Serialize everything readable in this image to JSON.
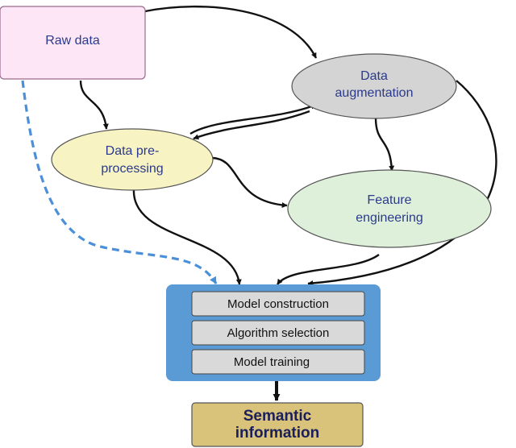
{
  "diagram": {
    "nodes": {
      "raw_data": {
        "label": "Raw data",
        "fill": "#fde7f6",
        "stroke": "#9a6a8c"
      },
      "data_augmentation": {
        "line1": "Data",
        "line2": "augmentation",
        "fill": "#d4d4d4",
        "stroke": "#555555"
      },
      "data_preprocessing": {
        "line1": "Data pre-",
        "line2": "processing",
        "fill": "#f7f3c2",
        "stroke": "#555555"
      },
      "feature_engineering": {
        "line1": "Feature",
        "line2": "engineering",
        "fill": "#def0da",
        "stroke": "#555555"
      },
      "model_block": {
        "fill": "#5b9bd5",
        "steps": [
          "Model construction",
          "Algorithm selection",
          "Model training"
        ],
        "step_fill": "#d9d9d9"
      },
      "semantic_information": {
        "line1": "Semantic",
        "line2": "information",
        "fill": "#d9c279",
        "stroke": "#555555"
      }
    },
    "edges": [
      {
        "from": "raw_data",
        "to": "data_augmentation",
        "style": "solid"
      },
      {
        "from": "raw_data",
        "to": "data_preprocessing",
        "style": "solid"
      },
      {
        "from": "raw_data",
        "to": "model_block",
        "style": "dashed"
      },
      {
        "from": "data_augmentation",
        "to": "data_preprocessing",
        "style": "solid"
      },
      {
        "from": "data_preprocessing",
        "to": "data_augmentation",
        "style": "solid"
      },
      {
        "from": "data_augmentation",
        "to": "feature_engineering",
        "style": "solid"
      },
      {
        "from": "data_augmentation",
        "to": "model_block",
        "style": "solid"
      },
      {
        "from": "data_preprocessing",
        "to": "feature_engineering",
        "style": "solid"
      },
      {
        "from": "data_preprocessing",
        "to": "model_block",
        "style": "solid"
      },
      {
        "from": "feature_engineering",
        "to": "model_block",
        "style": "solid"
      },
      {
        "from": "model_block",
        "to": "semantic_information",
        "style": "solid"
      }
    ],
    "colors": {
      "edge": "#111111",
      "dashed_edge": "#4a90d9"
    }
  }
}
